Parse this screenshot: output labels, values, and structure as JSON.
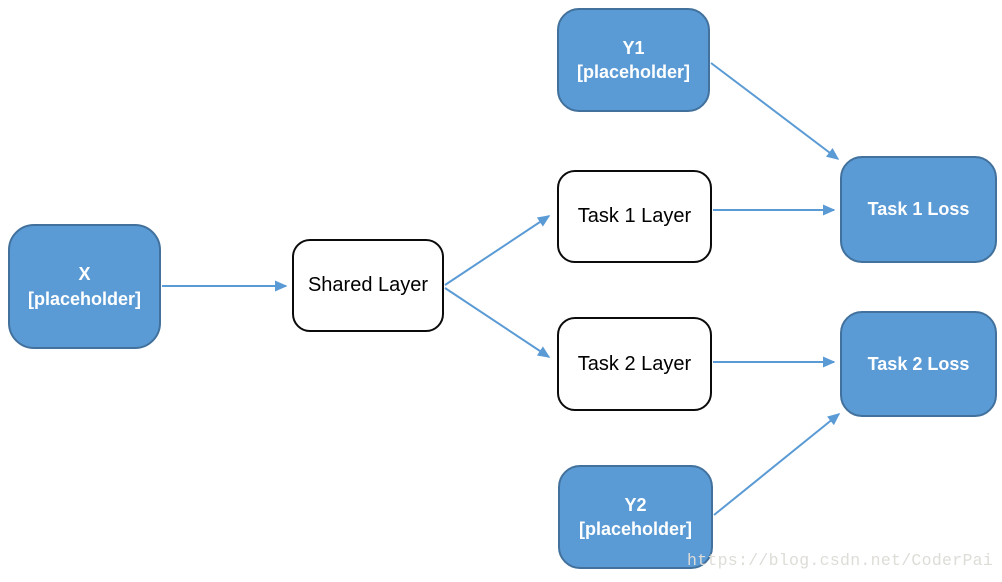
{
  "diagram": {
    "nodes": {
      "x": {
        "line1": "X",
        "line2": "[placeholder]"
      },
      "shared_layer": {
        "label": "Shared Layer"
      },
      "y1": {
        "line1": "Y1",
        "line2": "[placeholder]"
      },
      "task1_layer": {
        "label": "Task 1 Layer"
      },
      "task1_loss": {
        "label": "Task 1 Loss"
      },
      "task2_layer": {
        "label": "Task 2 Layer"
      },
      "task2_loss": {
        "label": "Task 2 Loss"
      },
      "y2": {
        "line1": "Y2",
        "line2": "[placeholder]"
      }
    },
    "edges": [
      {
        "from": "x",
        "to": "shared_layer"
      },
      {
        "from": "shared_layer",
        "to": "task1_layer"
      },
      {
        "from": "shared_layer",
        "to": "task2_layer"
      },
      {
        "from": "task1_layer",
        "to": "task1_loss"
      },
      {
        "from": "y1",
        "to": "task1_loss"
      },
      {
        "from": "task2_layer",
        "to": "task2_loss"
      },
      {
        "from": "y2",
        "to": "task2_loss"
      }
    ],
    "colors": {
      "blue_node_fill": "#5b9bd5",
      "blue_node_border": "#41719c",
      "white_node_border": "#0b0b0b",
      "arrow": "#5b9bd5",
      "watermark": "#dedcd7"
    }
  },
  "watermark": {
    "text": "https://blog.csdn.net/CoderPai"
  }
}
